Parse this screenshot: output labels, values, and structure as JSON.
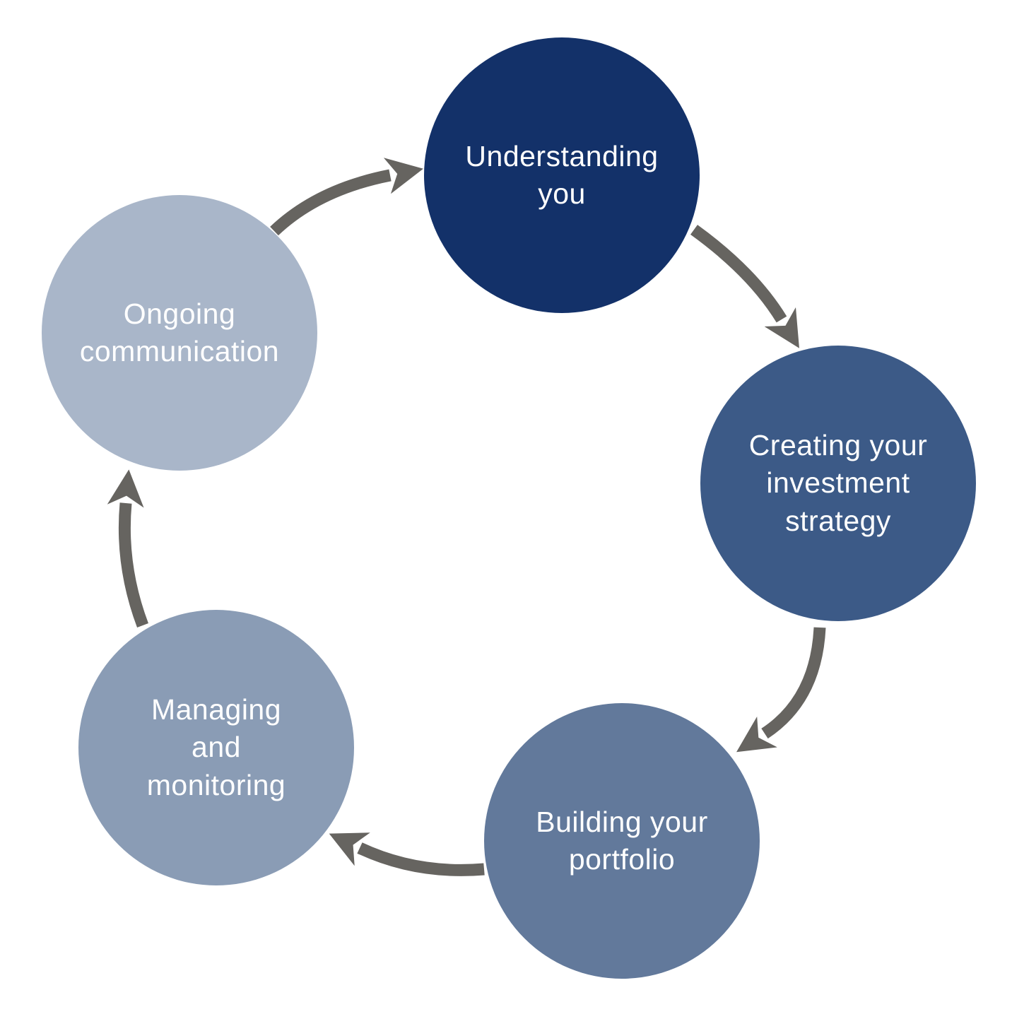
{
  "diagram": {
    "type": "process-cycle",
    "background_color": "#ffffff",
    "arrow_color": "#666460",
    "text_color": "#ffffff",
    "direction": "clockwise",
    "steps": [
      {
        "label": "Understanding\nyou",
        "color": "#133169"
      },
      {
        "label": "Creating your\ninvestment\nstrategy",
        "color": "#3c5a87"
      },
      {
        "label": "Building your\nportfolio",
        "color": "#62799b"
      },
      {
        "label": "Managing\nand\nmonitoring",
        "color": "#8a9cb5"
      },
      {
        "label": "Ongoing\ncommunication",
        "color": "#a9b6c9"
      }
    ]
  }
}
